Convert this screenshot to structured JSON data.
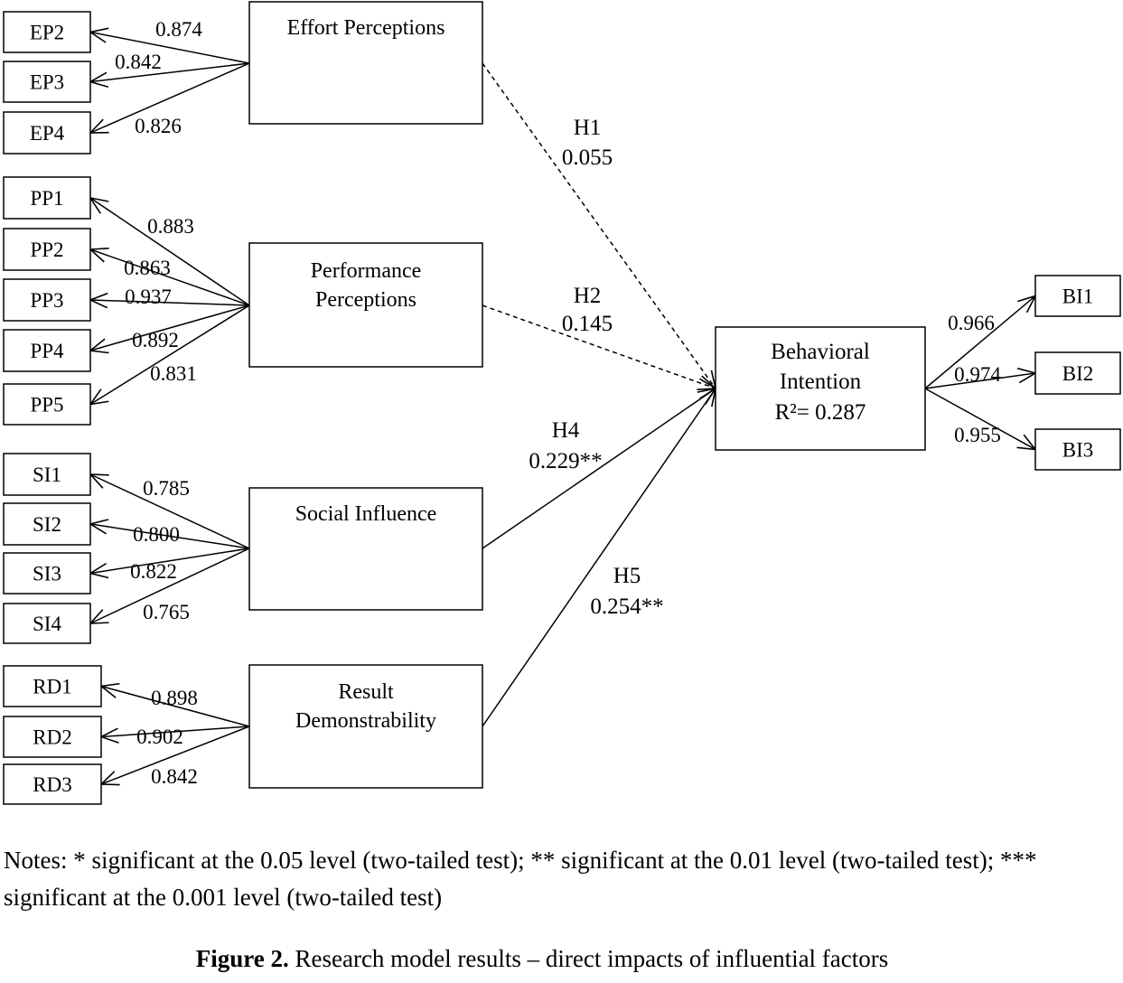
{
  "constructs": [
    {
      "id": "EP",
      "lines": [
        "Effort Perceptions"
      ]
    },
    {
      "id": "PP",
      "lines": [
        "Performance",
        "Perceptions"
      ]
    },
    {
      "id": "SI",
      "lines": [
        "Social  Influence"
      ]
    },
    {
      "id": "RD",
      "lines": [
        "Result",
        "Demonstrability"
      ]
    }
  ],
  "outcome": {
    "lines": [
      "Behavioral",
      "Intention",
      "R²= 0.287"
    ]
  },
  "indicators": {
    "EP": [
      {
        "label": "EP2",
        "loading": "0.874"
      },
      {
        "label": "EP3",
        "loading": "0.842"
      },
      {
        "label": "EP4",
        "loading": "0.826"
      }
    ],
    "PP": [
      {
        "label": "PP1",
        "loading": "0.883"
      },
      {
        "label": "PP2",
        "loading": "0.863"
      },
      {
        "label": "PP3",
        "loading": "0.937"
      },
      {
        "label": "PP4",
        "loading": "0.892"
      },
      {
        "label": "PP5",
        "loading": "0.831"
      }
    ],
    "SI": [
      {
        "label": "SI1",
        "loading": "0.785"
      },
      {
        "label": "SI2",
        "loading": "0.800"
      },
      {
        "label": "SI3",
        "loading": "0.822"
      },
      {
        "label": "SI4",
        "loading": "0.765"
      }
    ],
    "RD": [
      {
        "label": "RD1",
        "loading": "0.898"
      },
      {
        "label": "RD2",
        "loading": "0.902"
      },
      {
        "label": "RD3",
        "loading": "0.842"
      }
    ],
    "BI": [
      {
        "label": "BI1",
        "loading": "0.966"
      },
      {
        "label": "BI2",
        "loading": "0.974"
      },
      {
        "label": "BI3",
        "loading": "0.955"
      }
    ]
  },
  "paths": [
    {
      "from": "EP",
      "hypothesis": "H1",
      "coef": "0.055",
      "style": "dashed"
    },
    {
      "from": "PP",
      "hypothesis": "H2",
      "coef": "0.145",
      "style": "dashed"
    },
    {
      "from": "SI",
      "hypothesis": "H4",
      "coef": "0.229**",
      "style": "solid"
    },
    {
      "from": "RD",
      "hypothesis": "H5",
      "coef": "0.254**",
      "style": "solid"
    }
  ],
  "notes": "Notes: * significant at the 0.05 level (two-tailed test); ** significant at the 0.01 level (two-tailed test); *** significant at the 0.001 level (two-tailed test)",
  "caption": {
    "label": "Figure 2.",
    "text": " Research model results – direct impacts of influential factors"
  }
}
